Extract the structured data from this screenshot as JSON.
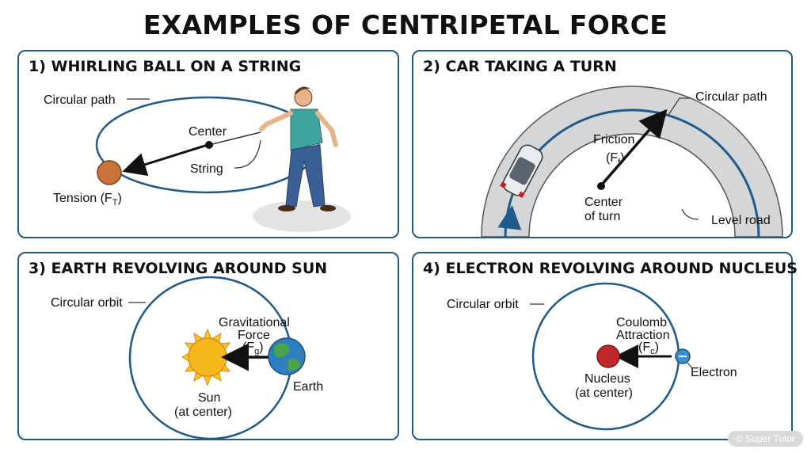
{
  "title": "EXAMPLES OF CENTRIPETAL FORCE",
  "panels": [
    {
      "title": "1) WHIRLING BALL ON A STRING",
      "labels": {
        "path": "Circular path",
        "center": "Center",
        "string": "String",
        "tension": "Tension (F",
        "tension_sub": "T",
        "tension_end": ")"
      }
    },
    {
      "title": "2) CAR TAKING A TURN",
      "labels": {
        "path": "Circular path",
        "friction": "Friction",
        "force": "(F",
        "force_sub": "f",
        "force_end": ")",
        "center_1": "Center",
        "center_2": "of turn",
        "road": "Level road"
      }
    },
    {
      "title": "3) EARTH REVOLVING AROUND SUN",
      "labels": {
        "orbit": "Circular orbit",
        "force_1": "Gravitational",
        "force_2": "Force",
        "force_3": "(F",
        "force_sub": "g",
        "force_end": ")",
        "sun_1": "Sun",
        "sun_2": "(at center)",
        "earth": "Earth"
      }
    },
    {
      "title": "4) ELECTRON REVOLVING AROUND NUCLEUS",
      "labels": {
        "orbit": "Circular orbit",
        "force_1": "Coulomb",
        "force_2": "Attraction",
        "force_3": "(F",
        "force_sub": "c",
        "force_end": ")",
        "nucleus_1": "Nucleus",
        "nucleus_2": "(at center)",
        "electron": "Electron"
      }
    }
  ],
  "watermark": "© Super Tutor",
  "colors": {
    "border": "#1f5a8a",
    "path": "#1f5a8a",
    "ball": "#c8733a",
    "sun": "#f5b91c",
    "nucleus": "#c0282a",
    "electron": "#3a8fd0"
  }
}
